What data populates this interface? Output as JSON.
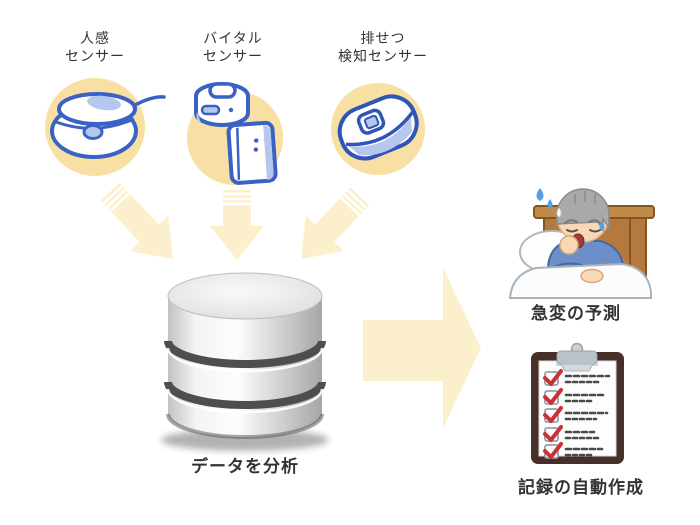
{
  "sensors": [
    {
      "name": "motion-sensor",
      "line1": "人感",
      "line2": "センサー"
    },
    {
      "name": "vital-sensor",
      "line1": "バイタル",
      "line2": "センサー"
    },
    {
      "name": "excretion-sensor",
      "line1": "排せつ",
      "line2": "検知センサー"
    }
  ],
  "database": {
    "label": "データを分析"
  },
  "outcomes": [
    {
      "name": "sudden-change-prediction",
      "label": "急変の予測"
    },
    {
      "name": "auto-record-creation",
      "label": "記録の自動作成"
    }
  ],
  "icons": {
    "sensor_icons": [
      "motion-sensor-disc-icon",
      "vital-sensor-device-icon",
      "excretion-sensor-pod-icon"
    ],
    "flow_icons": [
      "down-arrow-icon",
      "down-arrow-icon",
      "down-arrow-icon",
      "right-arrow-icon"
    ],
    "result_icons": [
      "sick-elderly-in-bed-icon",
      "checklist-clipboard-icon"
    ],
    "database_icon": "database-cylinder-icon"
  },
  "colors": {
    "sensor_circle_bg": "#F8DFA3",
    "sensor_line_blue": "#3A62C4",
    "sensor_fill_blue": "#B6C7EE",
    "arrow_cream": "#FCF0CC",
    "text": "#333333",
    "clipboard_brown": "#473029",
    "check_red": "#C9303A",
    "pajama_blue": "#6C8FC9",
    "headboard_brown": "#B5793F",
    "sweat_blue": "#55A1E0"
  }
}
